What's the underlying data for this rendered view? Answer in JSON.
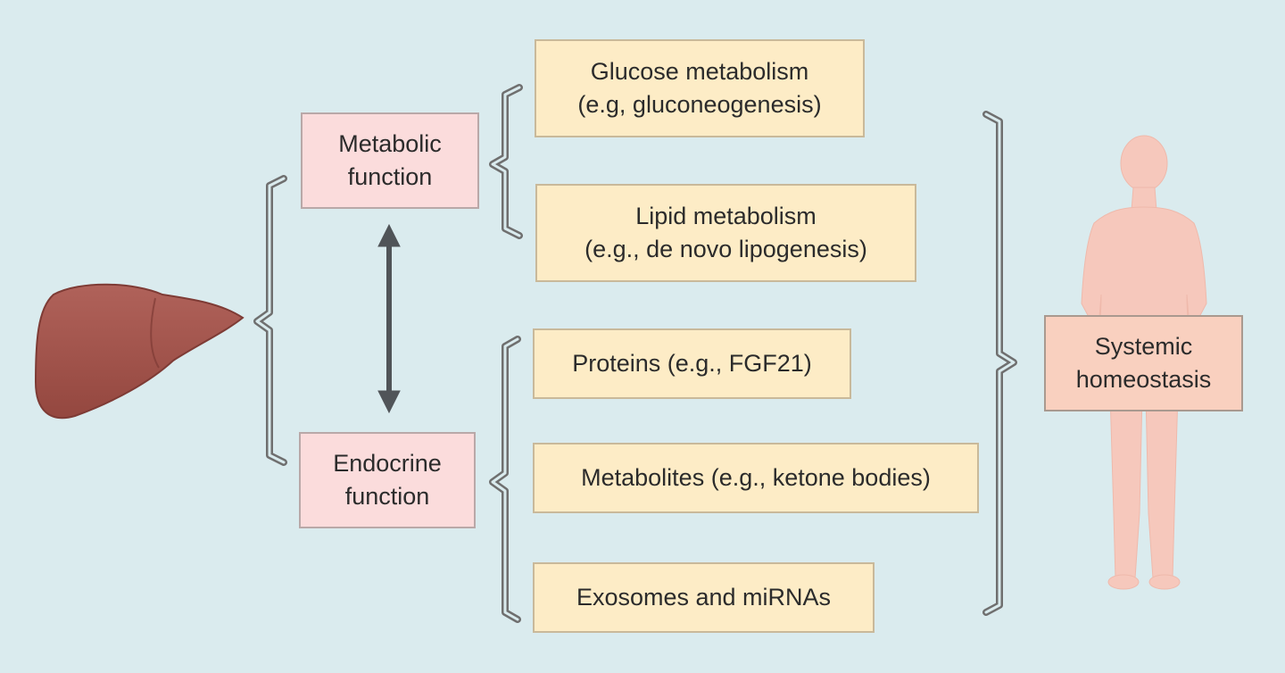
{
  "diagram": {
    "function_boxes": {
      "metabolic": "Metabolic\nfunction",
      "endocrine": "Endocrine\nfunction"
    },
    "metabolic_items": [
      "Glucose metabolism\n(e.g, gluconeogenesis)",
      "Lipid metabolism\n(e.g., de novo lipogenesis)"
    ],
    "endocrine_items": [
      "Proteins (e.g., FGF21)",
      "Metabolites (e.g., ketone bodies)",
      "Exosomes and miRNAs"
    ],
    "outcome": "Systemic\nhomeostasis",
    "icons": {
      "organ": "liver-icon",
      "body": "human-body-icon",
      "relation": "double-headed-arrow-icon"
    },
    "colors": {
      "background": "#daebee",
      "function_box": "#fbdcdc",
      "item_box": "#fdecc6",
      "outcome_box": "#f9d0bf",
      "liver": "#a2554e",
      "body": "#f6c8bc",
      "arrow": "#505458"
    }
  }
}
